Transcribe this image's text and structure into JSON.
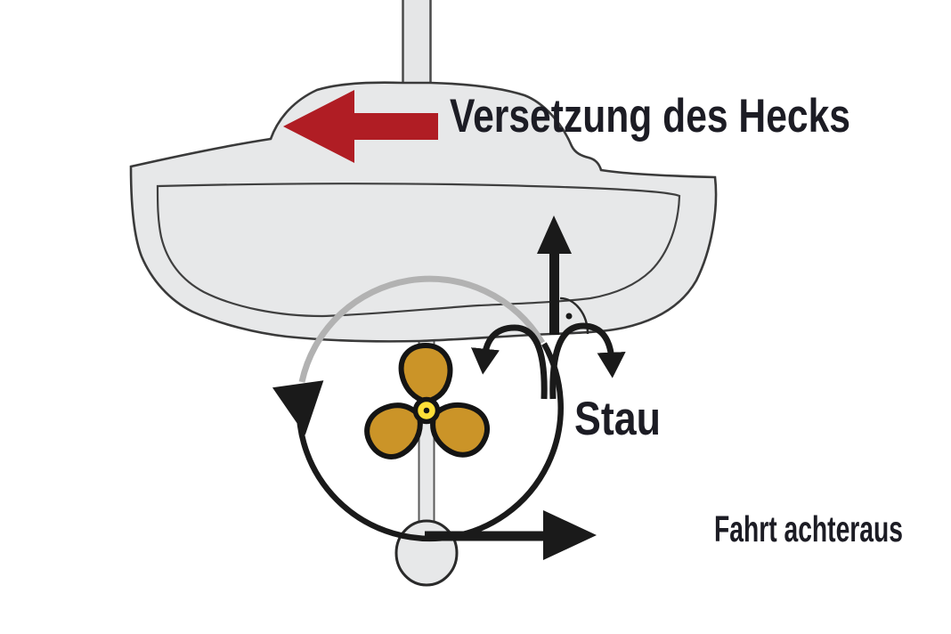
{
  "diagram": {
    "labels": {
      "stern_displacement": "Versetzung des Hecks",
      "stau": "Stau",
      "fahrt_achteraus": "Fahrt achteraus"
    },
    "colors": {
      "arrow_red": "#b01d24",
      "hull_fill": "#e7e8e9",
      "water_arc_gray": "#b2b2b2",
      "ink_black": "#1a1a1a",
      "label_ink": "#1c1c24",
      "blade_gold": "#c9922a",
      "hub_yellow": "#ffde38"
    }
  }
}
